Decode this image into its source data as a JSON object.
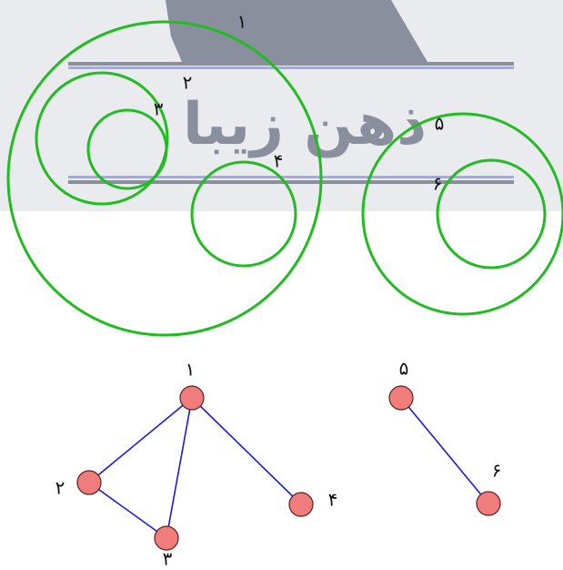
{
  "watermark": {
    "text": "ذهن زیبا"
  },
  "colors": {
    "circle": "#22bb22",
    "node_fill": "#f07c7c",
    "node_stroke": "#5a2020",
    "edge": "#1a1adc",
    "band": "#e9ebee",
    "watermark_gray": "#8a8f9e",
    "rule_blue": "#a0a8f0"
  },
  "venn": {
    "circles": [
      {
        "id": "1",
        "label": "۱",
        "parent": null
      },
      {
        "id": "2",
        "label": "۲",
        "parent": "1"
      },
      {
        "id": "3",
        "label": "۳",
        "parent": "2"
      },
      {
        "id": "4",
        "label": "۴",
        "parent": "1"
      },
      {
        "id": "5",
        "label": "۵",
        "parent": null
      },
      {
        "id": "6",
        "label": "۶",
        "parent": "5"
      }
    ]
  },
  "graph": {
    "nodes": [
      {
        "id": "1",
        "label": "۱"
      },
      {
        "id": "2",
        "label": "۲"
      },
      {
        "id": "3",
        "label": "۳"
      },
      {
        "id": "4",
        "label": "۴"
      },
      {
        "id": "5",
        "label": "۵"
      },
      {
        "id": "6",
        "label": "۶"
      }
    ],
    "edges": [
      [
        "1",
        "2"
      ],
      [
        "1",
        "3"
      ],
      [
        "2",
        "3"
      ],
      [
        "1",
        "4"
      ],
      [
        "5",
        "6"
      ]
    ]
  }
}
